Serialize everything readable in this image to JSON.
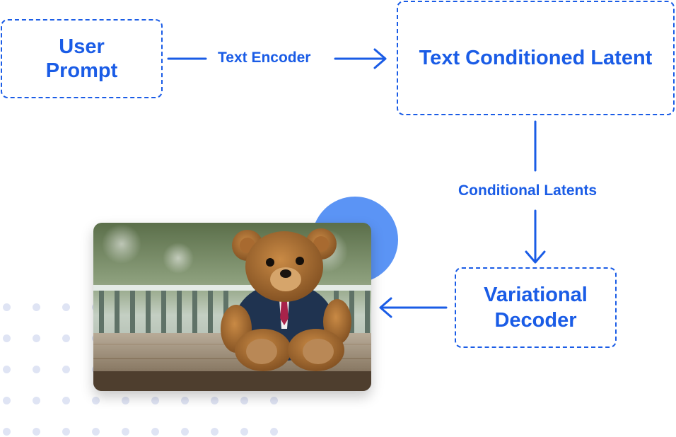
{
  "colors": {
    "accent": "#1a5ce6",
    "accent_light": "#5b94f5",
    "dots": "#dfe4f4"
  },
  "nodes": {
    "user_prompt": {
      "line1": "User",
      "line2": "Prompt"
    },
    "text_latent": {
      "label": "Text Conditioned Latent"
    },
    "decoder": {
      "line1": "Variational",
      "line2": "Decoder"
    }
  },
  "edges": {
    "text_encoder": "Text Encoder",
    "conditional_latents": "Conditional Latents"
  },
  "output_image": {
    "icon": "teddy-bear-in-suit-photo"
  }
}
